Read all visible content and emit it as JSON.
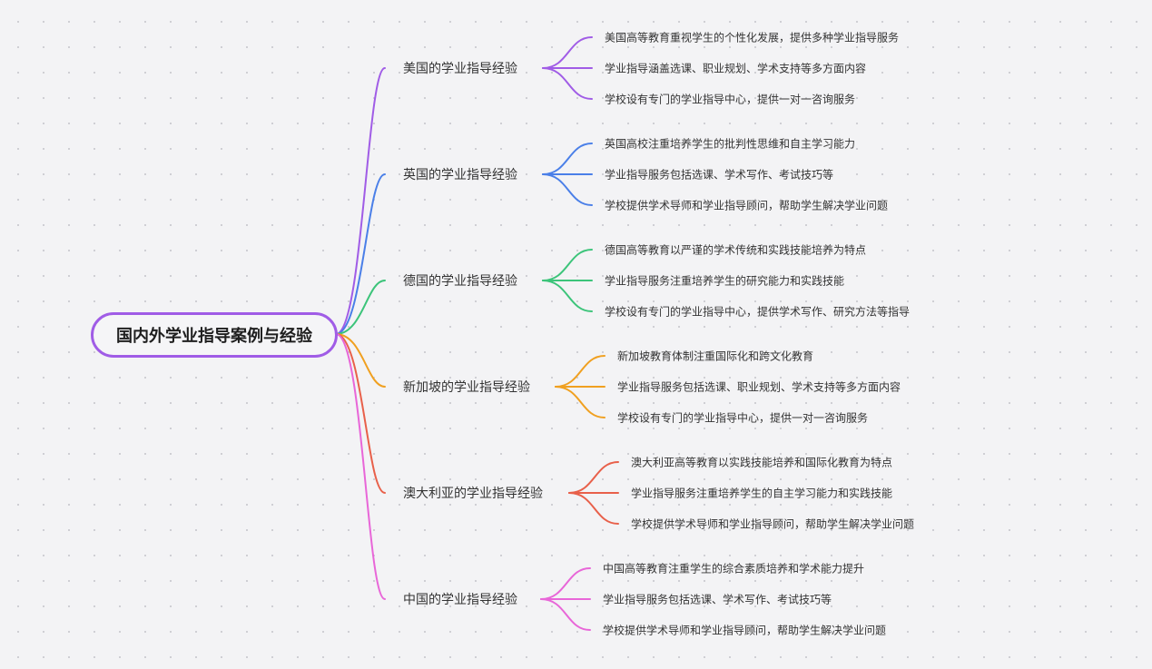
{
  "root": {
    "label": "国内外学业指导案例与经验",
    "color": "#a05ce6"
  },
  "branches": [
    {
      "label": "美国的学业指导经验",
      "color": "#a05ce6",
      "children": [
        "美国高等教育重视学生的个性化发展，提供多种学业指导服务",
        "学业指导涵盖选课、职业规划、学术支持等多方面内容",
        "学校设有专门的学业指导中心，提供一对一咨询服务"
      ]
    },
    {
      "label": "英国的学业指导经验",
      "color": "#4a7fe8",
      "children": [
        "英国高校注重培养学生的批判性思维和自主学习能力",
        "学业指导服务包括选课、学术写作、考试技巧等",
        "学校提供学术导师和学业指导顾问，帮助学生解决学业问题"
      ]
    },
    {
      "label": "德国的学业指导经验",
      "color": "#3cc47a",
      "children": [
        "德国高等教育以严谨的学术传统和实践技能培养为特点",
        "学业指导服务注重培养学生的研究能力和实践技能",
        "学校设有专门的学业指导中心，提供学术写作、研究方法等指导"
      ]
    },
    {
      "label": "新加坡的学业指导经验",
      "color": "#f0a020",
      "children": [
        "新加坡教育体制注重国际化和跨文化教育",
        "学业指导服务包括选课、职业规划、学术支持等多方面内容",
        "学校设有专门的学业指导中心，提供一对一咨询服务"
      ]
    },
    {
      "label": "澳大利亚的学业指导经验",
      "color": "#e8604a",
      "children": [
        "澳大利亚高等教育以实践技能培养和国际化教育为特点",
        "学业指导服务注重培养学生的自主学习能力和实践技能",
        "学校提供学术导师和学业指导顾问，帮助学生解决学业问题"
      ]
    },
    {
      "label": "中国的学业指导经验",
      "color": "#e866d8",
      "children": [
        "中国高等教育注重学生的综合素质培养和学术能力提升",
        "学业指导服务包括选课、学术写作、考试技巧等",
        "学校提供学术导师和学业指导顾问，帮助学生解决学业问题"
      ]
    }
  ]
}
